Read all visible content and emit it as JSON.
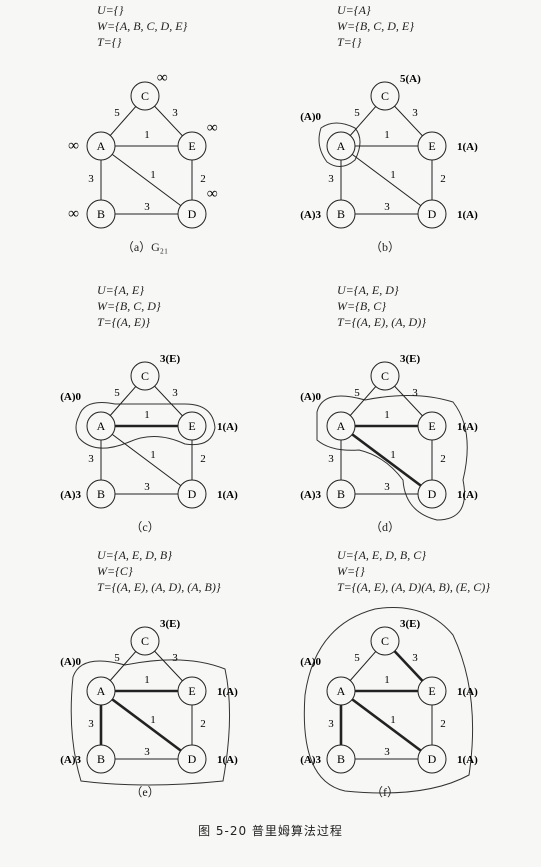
{
  "panels": [
    {
      "lines": [
        "U={}",
        "W={A, B, C, D, E}",
        "T={}"
      ],
      "caption": "（a）G₂₁",
      "heavy_edges": [],
      "labels": {
        "C": "∞",
        "E": "∞",
        "A": "∞",
        "B": "∞",
        "D": "∞"
      },
      "region": "none"
    },
    {
      "lines": [
        "U={A}",
        "W={B, C, D, E}",
        "T={}"
      ],
      "caption": "（b）",
      "heavy_edges": [],
      "labels": {
        "C": "5(A)",
        "E": "1(A)",
        "A": "(A)0",
        "B": "(A)3",
        "D": "1(A)"
      },
      "region": "A"
    },
    {
      "lines": [
        "U={A, E}",
        "W={B, C, D}",
        "T={(A, E)}"
      ],
      "caption": "（c）",
      "heavy_edges": [
        "A-E"
      ],
      "labels": {
        "C": "3(E)",
        "E": "1(A)",
        "A": "(A)0",
        "B": "(A)3",
        "D": "1(A)"
      },
      "region": "AE"
    },
    {
      "lines": [
        "U={A, E, D}",
        "W={B, C}",
        "T={(A, E), (A, D)}"
      ],
      "caption": "（d）",
      "heavy_edges": [
        "A-E",
        "A-D"
      ],
      "labels": {
        "C": "3(E)",
        "E": "1(A)",
        "A": "(A)0",
        "B": "(A)3",
        "D": "1(A)"
      },
      "region": "AED"
    },
    {
      "lines": [
        "U={A, E, D, B}",
        "W={C}",
        "T={(A, E), (A, D), (A, B)}"
      ],
      "caption": "（e）",
      "heavy_edges": [
        "A-E",
        "A-D",
        "A-B"
      ],
      "labels": {
        "C": "3(E)",
        "E": "1(A)",
        "A": "(A)0",
        "B": "(A)3",
        "D": "1(A)"
      },
      "region": "AEDB"
    },
    {
      "lines": [
        "U={A, E, D, B, C}",
        "W={}",
        "T={(A, E), (A, D)(A, B), (E, C)}"
      ],
      "caption": "（f）",
      "heavy_edges": [
        "A-E",
        "A-D",
        "A-B",
        "E-C"
      ],
      "labels": {
        "C": "3(E)",
        "E": "1(A)",
        "A": "(A)0",
        "B": "(A)3",
        "D": "1(A)"
      },
      "region": "ALL"
    }
  ],
  "edge_weights": {
    "A-C": "5",
    "C-E": "3",
    "A-E": "1",
    "A-D": "1",
    "E-D": "2",
    "A-B": "3",
    "B-D": "3"
  },
  "figure_caption": "图 5-20   普里姆算法过程"
}
